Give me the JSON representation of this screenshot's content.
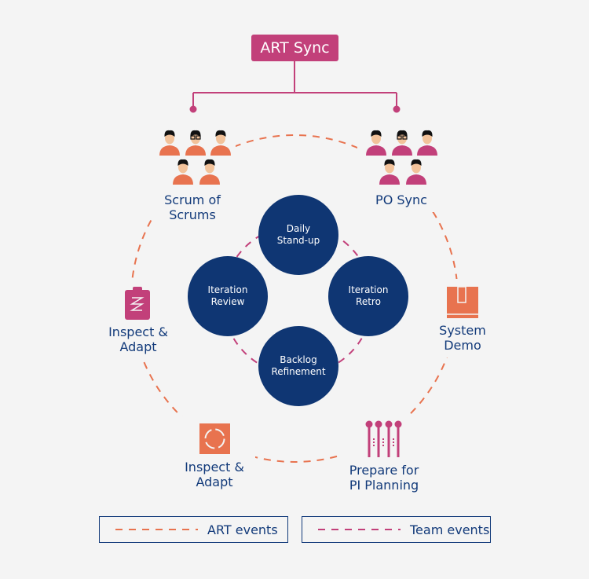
{
  "top": {
    "label": "ART Sync"
  },
  "art_events": [
    {
      "label": "Scrum of\nScrums",
      "icon": "team-people-icon"
    },
    {
      "label": "PO Sync",
      "icon": "team-people-icon"
    },
    {
      "label": "System\nDemo",
      "icon": "box-icon"
    },
    {
      "label": "Prepare for\nPI Planning",
      "icon": "planning-board-icon"
    },
    {
      "label": "Inspect &\nAdapt",
      "icon": "cycle-icon"
    },
    {
      "label": "Inspect &\nAdapt",
      "icon": "clipboard-icon"
    }
  ],
  "team_events": [
    {
      "label": "Daily\nStand-up"
    },
    {
      "label": "Iteration\nRetro"
    },
    {
      "label": "Backlog\nRefinement"
    },
    {
      "label": "Iteration\nReview"
    }
  ],
  "legend": {
    "art": "ART events",
    "team": "Team events"
  },
  "colors": {
    "navy": "#0f3673",
    "pink": "#c2407a",
    "orange": "#e8734f",
    "background": "#f4f4f4"
  }
}
